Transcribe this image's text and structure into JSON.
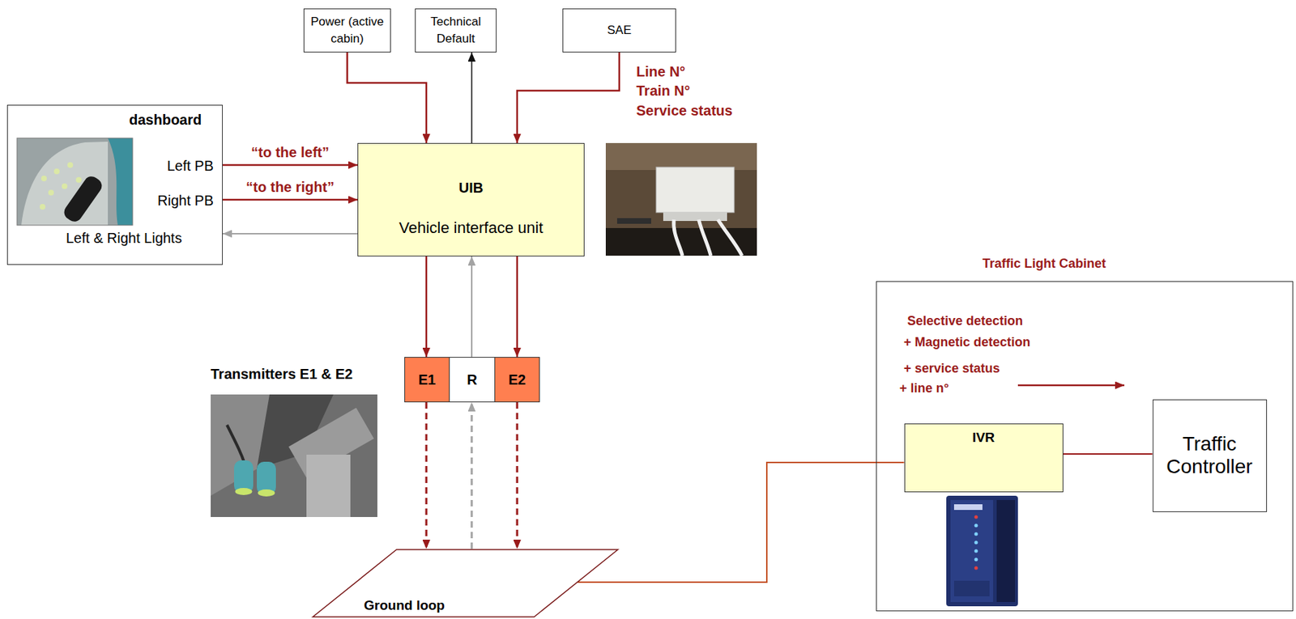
{
  "diagram": {
    "nodes": [
      {
        "text": [
          "Power (active cabin)"
        ]
      },
      {
        "text": [
          "Technical Default"
        ]
      },
      {
        "text": [
          "SAE"
        ]
      },
      {
        "text": [
          "dashboard",
          "Left PB",
          "Right PB",
          "Left & Right Lights"
        ]
      },
      {
        "text": [
          "UIB",
          "Vehicle interface unit"
        ]
      },
      {
        "text": [
          "E1"
        ]
      },
      {
        "text": [
          "R"
        ]
      },
      {
        "text": [
          "E2"
        ]
      },
      {
        "text": [
          "Ground loop"
        ]
      },
      {
        "text": [
          "Traffic Light Cabinet",
          "Selective detection",
          "+ Magnetic detection",
          "+ service status",
          "+ line n°"
        ]
      },
      {
        "text": [
          "IVR"
        ],
        "in": 9
      },
      {
        "text": [
          "Traffic Controller"
        ],
        "in": 9
      }
    ],
    "edges": [
      {
        "from": 0,
        "to": 4,
        "arrow": "to"
      },
      {
        "from": 4,
        "to": 1,
        "arrow": "to"
      },
      {
        "from": 2,
        "to": 4,
        "arrow": "to"
      },
      {
        "from": 3,
        "to": 4,
        "arrow": "to",
        "label": "“to the left”"
      },
      {
        "from": 3,
        "to": 4,
        "arrow": "to",
        "label": "“to the right”"
      },
      {
        "from": 4,
        "to": 3,
        "arrow": "to"
      },
      {
        "from": 4,
        "to": 5,
        "arrow": "to"
      },
      {
        "from": 6,
        "to": 4,
        "arrow": "to"
      },
      {
        "from": 4,
        "to": 7,
        "arrow": "to"
      },
      {
        "from": 5,
        "to": 8,
        "arrow": "to"
      },
      {
        "from": 8,
        "to": 6,
        "arrow": "to"
      },
      {
        "from": 7,
        "to": 8,
        "arrow": "to"
      },
      {
        "from": 8,
        "to": 10,
        "arrow": "none"
      },
      {
        "from": 10,
        "to": 11,
        "arrow": "none"
      }
    ],
    "labels": [
      "Line N°",
      "Train N°",
      "Service status",
      "Transmitters E1 & E2"
    ]
  }
}
